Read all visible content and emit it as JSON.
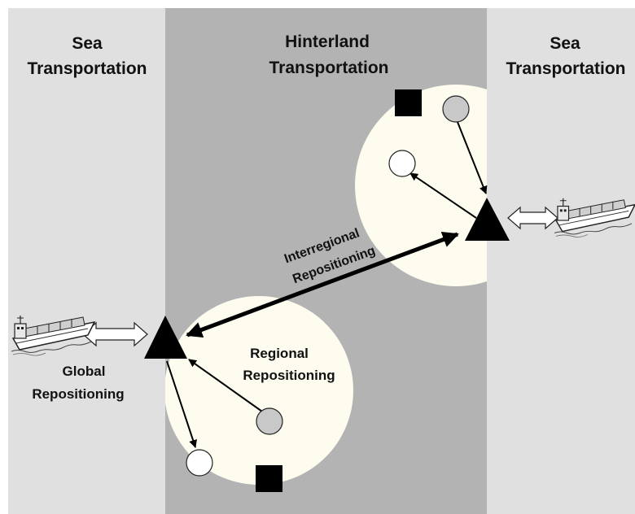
{
  "zones": {
    "left_sea": {
      "line1": "Sea",
      "line2": "Transportation"
    },
    "hinterland": {
      "line1": "Hinterland",
      "line2": "Transportation"
    },
    "right_sea": {
      "line1": "Sea",
      "line2": "Transportation"
    }
  },
  "labels": {
    "global": {
      "line1": "Global",
      "line2": "Repositioning"
    },
    "regional": {
      "line1": "Regional",
      "line2": "Repositioning"
    },
    "interregional": {
      "line1": "Interregional",
      "line2": "Repositioning"
    }
  },
  "colors": {
    "sea": "#e0e0e0",
    "hinterland": "#b3b3b3",
    "region": "#fdfcef",
    "node_gray": "#c8c8c8",
    "node_white": "#ffffff",
    "ink": "#000000"
  },
  "icons": [
    "cargo-ship-icon",
    "double-arrow-icon",
    "port-triangle-icon",
    "depot-square-icon",
    "customer-circle-icon"
  ]
}
